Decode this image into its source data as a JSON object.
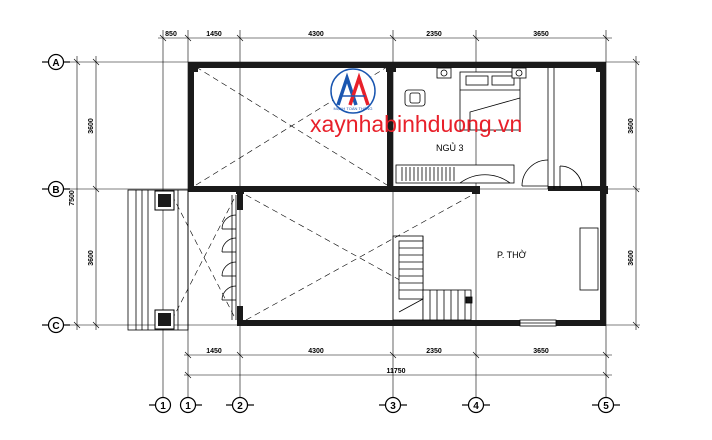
{
  "watermark": {
    "text": "xaynhabinhduong.vn",
    "logo_letters": "AA",
    "logo_caption": "MẠNH TOÀN THẮNG"
  },
  "colors": {
    "watermark": "#e8202a",
    "logo_blue": "#1a56b0",
    "logo_red": "#e8202a",
    "line": "#000000",
    "wall": "#1a1a1a"
  },
  "dimensions": {
    "top": [
      "850",
      "1450",
      "4300",
      "2350",
      "3650"
    ],
    "bottom_row": [
      "1450",
      "4300",
      "2350",
      "3650"
    ],
    "bottom_total": "11750",
    "left_parts": [
      "3600",
      "3600"
    ],
    "left_total": "7500",
    "right_parts": [
      "3600",
      "3600"
    ]
  },
  "axes": {
    "rows": [
      "A",
      "B",
      "C"
    ],
    "columns": [
      "1",
      "1",
      "2",
      "3",
      "4",
      "5"
    ]
  },
  "rooms": {
    "bedroom": "NGỦ 3",
    "altar": "P. THỜ"
  }
}
